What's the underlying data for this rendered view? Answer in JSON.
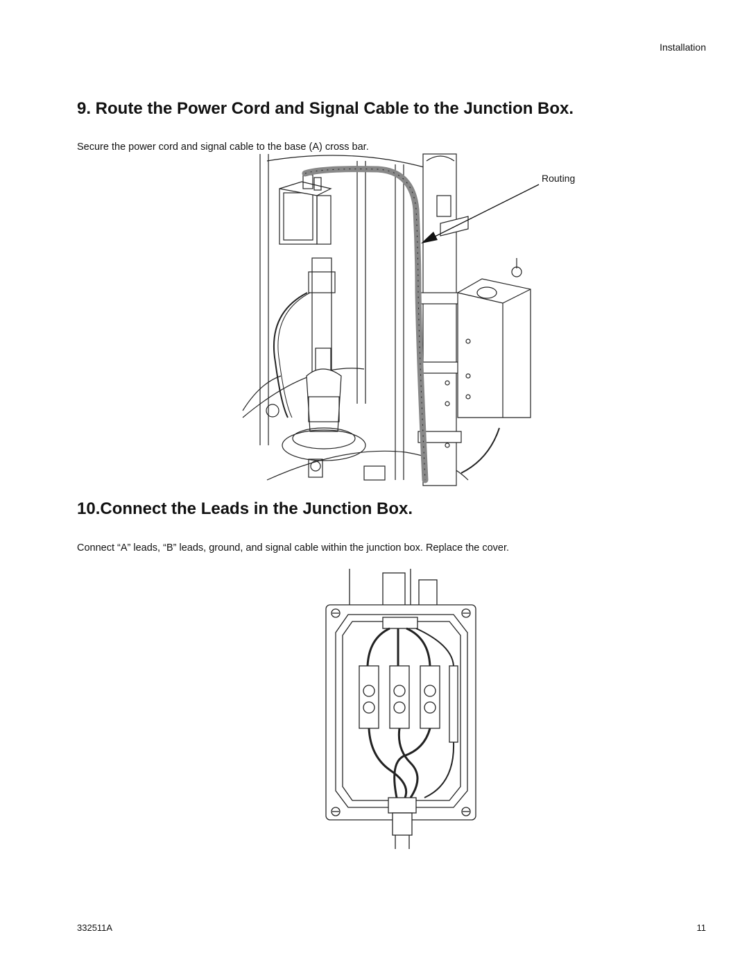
{
  "header": {
    "section": "Installation"
  },
  "step9": {
    "heading": "9. Route the Power Cord and Signal Cable to the Junction Box.",
    "text": "Secure the power cord and signal cable to the base (A) cross bar.",
    "callout": "Routing"
  },
  "step10": {
    "heading": "10.Connect the Leads in the Junction Box.",
    "text": "Connect “A” leads, “B” leads, ground, and signal cable within the junction box. Replace the cover."
  },
  "footer": {
    "doc_number": "332511A",
    "page_number": "11"
  }
}
